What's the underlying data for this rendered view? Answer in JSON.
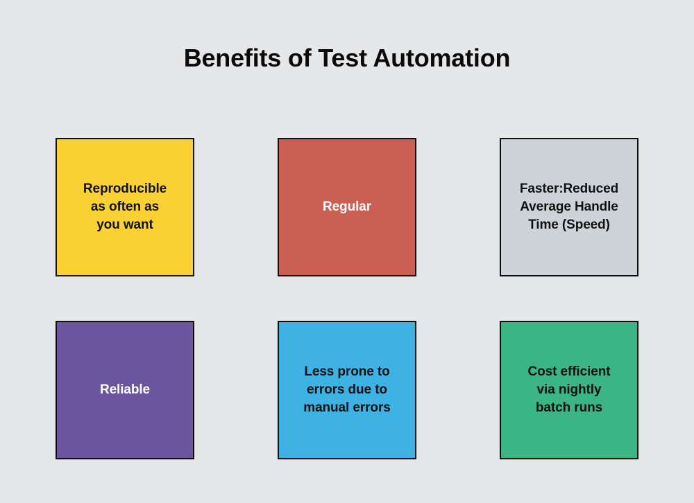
{
  "page": {
    "title": "Benefits of Test Automation",
    "background_color": "#E5E7E9",
    "title_color": "#0B0B0B"
  },
  "cards": [
    {
      "label": "Reproducible\nas often as\nyou want",
      "background_color": "#F9D134",
      "text_color": "#111111",
      "border_color": "#0E0E0E"
    },
    {
      "label": "Regular",
      "background_color": "#CB5F53",
      "text_color": "#FFFFFF",
      "border_color": "#0E0E0E"
    },
    {
      "label": "Faster:Reduced\nAverage Handle\nTime (Speed)",
      "background_color": "#CDD3D8",
      "text_color": "#111111",
      "border_color": "#0E0E0E"
    },
    {
      "label": "Reliable",
      "background_color": "#6B559F",
      "text_color": "#FFFFFF",
      "border_color": "#0E0E0E"
    },
    {
      "label": "Less prone to\nerrors due to\nmanual errors",
      "background_color": "#3DB2E3",
      "text_color": "#111111",
      "border_color": "#0E0E0E"
    },
    {
      "label": "Cost efficient\nvia nightly\nbatch runs",
      "background_color": "#3AB583",
      "text_color": "#111111",
      "border_color": "#0E0E0E"
    }
  ]
}
